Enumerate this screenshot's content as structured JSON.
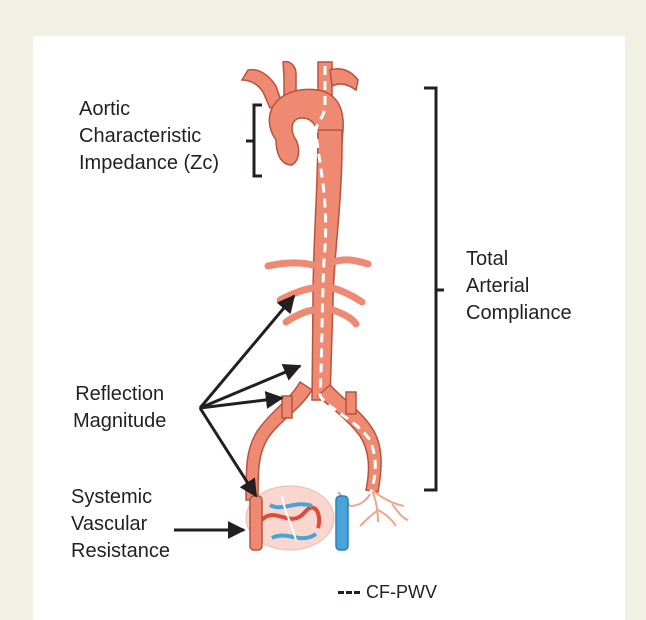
{
  "labels": {
    "zc": "Aortic\nCharacteristic\nImpedance (Zc)",
    "compliance": "Total\nArterial\nCompliance",
    "reflection": "Reflection\nMagnitude",
    "svr": "Systemic\nVascular\nResistance"
  },
  "legend": {
    "cfpwv": "CF-PWV"
  },
  "colors": {
    "artery": "#ee8a72",
    "artery_outline": "#b9523d",
    "artery_light": "#f6c1ae",
    "vein": "#4aa3d8",
    "capillary_bg": "#f9d7cf",
    "frame": "#f1f0e4",
    "text": "#231f20"
  }
}
